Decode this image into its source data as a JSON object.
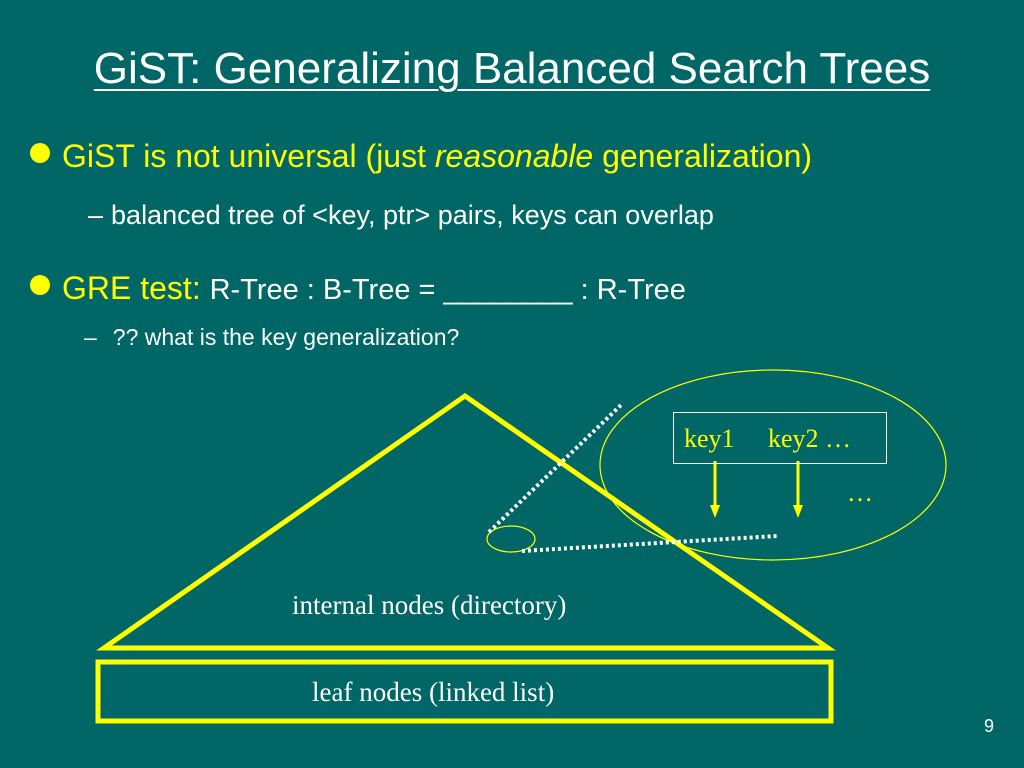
{
  "title": "GiST: Generalizing Balanced Search Trees",
  "bullets": {
    "b1": {
      "pre": "GiST is not universal (just ",
      "emph": "reasonable",
      "post": " generalization)"
    },
    "b1_sub": "balanced tree of <key, ptr> pairs, keys can overlap",
    "b2": {
      "lead": "GRE test: ",
      "rest": "R-Tree : B-Tree = ________ : R-Tree"
    },
    "b2_sub": "?? what is the key generalization?"
  },
  "diagram": {
    "internal_label": "internal nodes (directory)",
    "leaf_label": "leaf nodes (linked list)",
    "key1": "key1",
    "key2": "key2 …",
    "ellipsis": "…"
  },
  "page_number": "9",
  "colors": {
    "background": "#006666",
    "accent": "#ffff00",
    "text": "#ffffff"
  }
}
